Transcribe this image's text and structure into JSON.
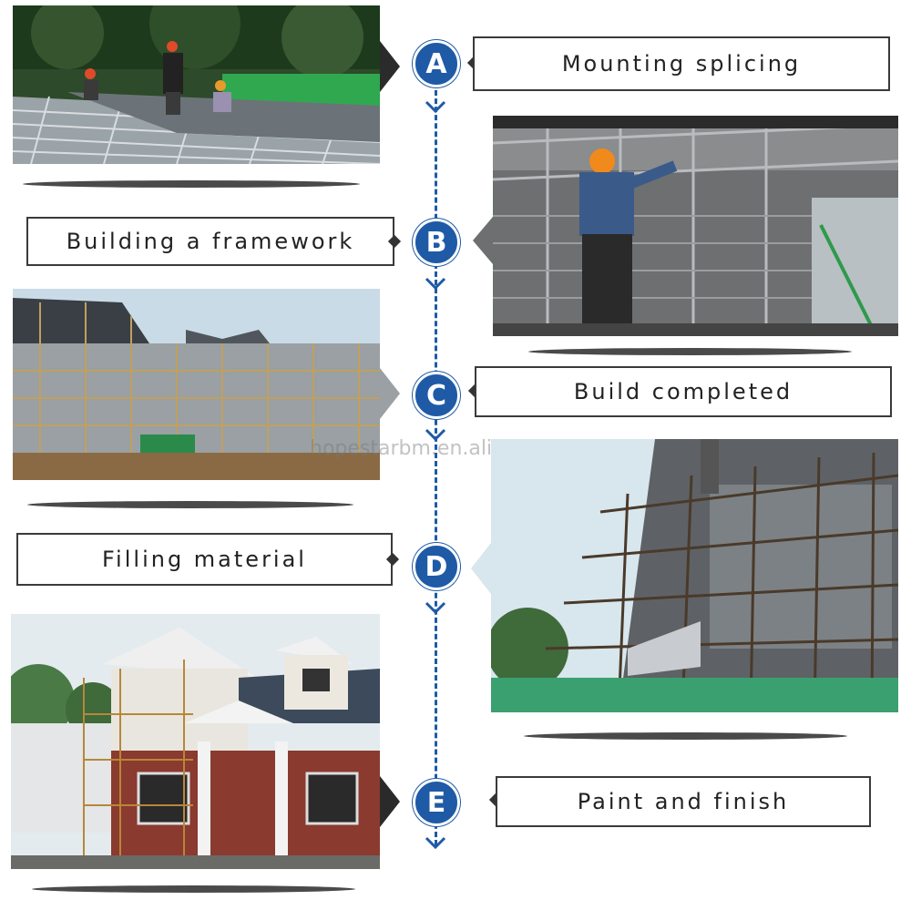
{
  "steps": [
    {
      "letter": "A",
      "label": "Mounting splicing"
    },
    {
      "letter": "B",
      "label": "Building a framework"
    },
    {
      "letter": "C",
      "label": "Build completed"
    },
    {
      "letter": "D",
      "label": "Filling material"
    },
    {
      "letter": "E",
      "label": "Paint and finish"
    }
  ],
  "watermark": "hopestarbm.en.alibaba.com",
  "colors": {
    "accent": "#1f5aa6",
    "border": "#3a3a3a"
  },
  "icons": [
    "chevron-down-icon",
    "diamond-marker-icon"
  ]
}
